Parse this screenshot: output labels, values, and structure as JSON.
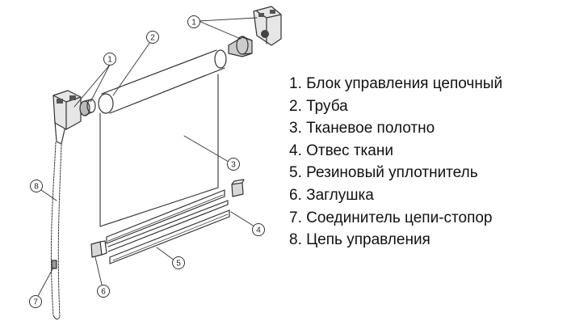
{
  "callouts": [
    "1",
    "2",
    "3",
    "4",
    "5",
    "6",
    "7",
    "8"
  ],
  "legend": [
    "1. Блок управления цепочный",
    "2. Труба",
    "3. Тканевое полотно",
    "4. Отвес ткани",
    "5. Резиновый уплотнитель",
    "6. Заглушка",
    "7. Соединитель цепи-стопор",
    "8. Цепь управления"
  ],
  "colors": {
    "line": "#333333",
    "background": "#ffffff",
    "text": "#111111"
  }
}
